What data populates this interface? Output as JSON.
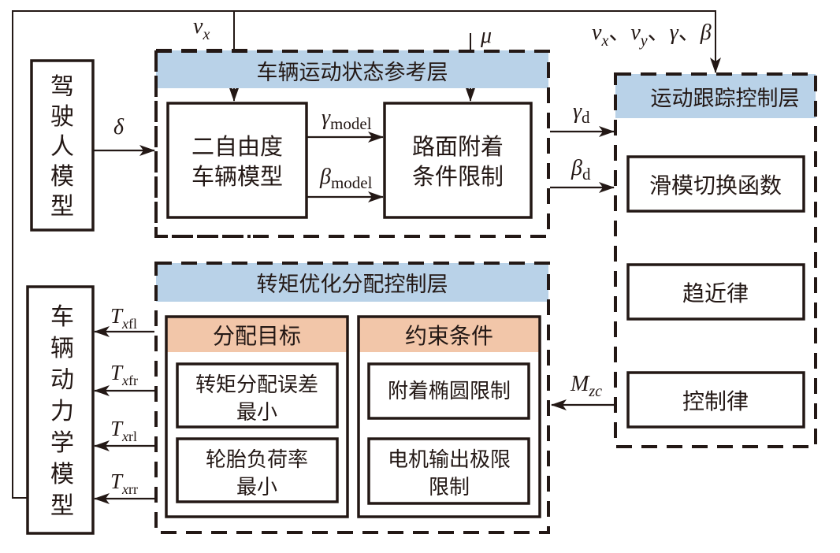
{
  "colors": {
    "ink": "#231815",
    "layer_header_blue": "#b9d2e8",
    "section_header_peach": "#f2c6a9",
    "background": "#ffffff"
  },
  "driver_model": {
    "label_chars": [
      "驾",
      "驶",
      "人",
      "模",
      "型"
    ]
  },
  "vehicle_dynamics_model": {
    "label_chars": [
      "车",
      "辆",
      "动",
      "力",
      "学",
      "模",
      "型"
    ]
  },
  "reference_layer": {
    "title": "车辆运动状态参考层",
    "two_dof_model": {
      "lines": [
        "二自由度",
        "车辆模型"
      ]
    },
    "road_adhesion_limit": {
      "lines": [
        "路面附着",
        "条件限制"
      ]
    }
  },
  "tracking_layer": {
    "title": "运动跟踪控制层",
    "blocks": [
      "滑模切换函数",
      "趋近律",
      "控制律"
    ]
  },
  "torque_layer": {
    "title": "转矩优化分配控制层",
    "objective": {
      "header": "分配目标",
      "items": [
        {
          "lines": [
            "转矩分配误差",
            "最小"
          ]
        },
        {
          "lines": [
            "轮胎负荷率",
            "最小"
          ]
        }
      ]
    },
    "constraints": {
      "header": "约束条件",
      "items": [
        {
          "lines": [
            "附着椭圆限制"
          ]
        },
        {
          "lines": [
            "电机输出极限",
            "限制"
          ]
        }
      ]
    }
  },
  "signals": {
    "delta": {
      "base": "δ",
      "sub": ""
    },
    "vx_top": {
      "base": "v",
      "sub": "x"
    },
    "mu": {
      "base": "μ",
      "sub": ""
    },
    "feedback": {
      "text": "vx、vy、γ、β",
      "parts": [
        {
          "base": "v",
          "sub": "x",
          "sep": "、"
        },
        {
          "base": "v",
          "sub": "y",
          "sep": "、"
        },
        {
          "base": "γ",
          "sub": "",
          "sep": "、"
        },
        {
          "base": "β",
          "sub": "",
          "sep": ""
        }
      ]
    },
    "gamma_model": {
      "base": "γ",
      "sub": "model"
    },
    "beta_model": {
      "base": "β",
      "sub": "model"
    },
    "gamma_d": {
      "base": "γ",
      "sub": "d"
    },
    "beta_d": {
      "base": "β",
      "sub": "d"
    },
    "mzc": {
      "base": "M",
      "sub": "zc"
    },
    "torques": [
      {
        "base": "T",
        "sub_italic": "x",
        "sub": "fl"
      },
      {
        "base": "T",
        "sub_italic": "x",
        "sub": "fr"
      },
      {
        "base": "T",
        "sub_italic": "x",
        "sub": "rl"
      },
      {
        "base": "T",
        "sub_italic": "x",
        "sub": "rr"
      }
    ]
  }
}
